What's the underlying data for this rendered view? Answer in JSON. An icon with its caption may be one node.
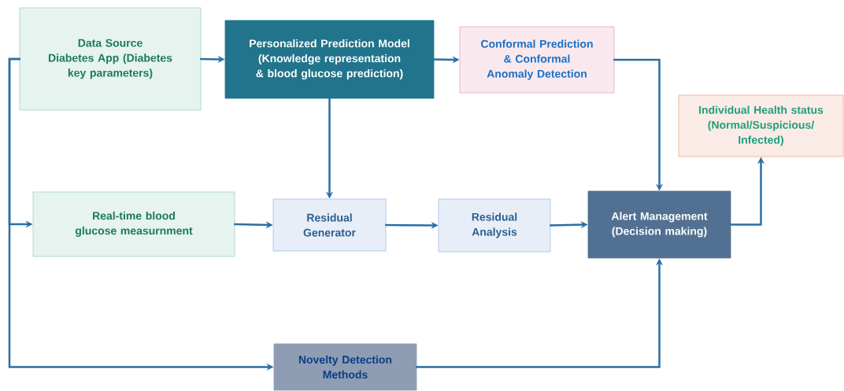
{
  "diagram": {
    "nodes": [
      {
        "text": [
          "Data Source",
          "Diabetes App (Diabetes key parameters)"
        ]
      },
      {
        "text": [
          "Personalized Prediction Model (Knowledge representation & blood glucose prediction)"
        ]
      },
      {
        "text": [
          "Conformal Prediction & Conformal Anomaly Detection"
        ]
      },
      {
        "text": [
          "Individual Health status (Normal/Suspicious/ Infected)"
        ]
      },
      {
        "text": [
          "Real-time blood glucose measurnment"
        ]
      },
      {
        "text": [
          "Residual Generator"
        ]
      },
      {
        "text": [
          "Residual Analysis"
        ]
      },
      {
        "text": [
          "Alert Management (Decision making)"
        ]
      },
      {
        "text": [
          "Novelty Detection Methods"
        ]
      }
    ],
    "edges": [
      {
        "from": 0,
        "to": 1,
        "arrow": "to"
      },
      {
        "from": 1,
        "to": 2,
        "arrow": "to"
      },
      {
        "from": 2,
        "to": 7,
        "arrow": "to"
      },
      {
        "from": 1,
        "to": 5,
        "arrow": "to"
      },
      {
        "from": 4,
        "to": 5,
        "arrow": "to"
      },
      {
        "from": 5,
        "to": 6,
        "arrow": "to"
      },
      {
        "from": 6,
        "to": 7,
        "arrow": "to"
      },
      {
        "from": 7,
        "to": 3,
        "arrow": "to"
      },
      {
        "from": 8,
        "to": 7,
        "arrow": "to"
      },
      {
        "from": 0,
        "to": 4,
        "arrow": "to"
      },
      {
        "from": 0,
        "to": 8,
        "arrow": "to"
      }
    ]
  }
}
